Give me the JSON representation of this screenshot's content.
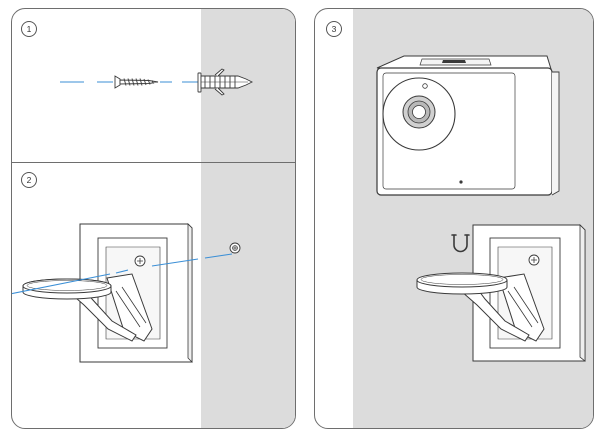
{
  "steps": [
    {
      "number": "1"
    },
    {
      "number": "2"
    },
    {
      "number": "3"
    }
  ],
  "colors": {
    "line": "#3a3a3a",
    "guide": "#3b8fd6",
    "wall": "#dcdcdc",
    "lens": "#cfcfcf"
  }
}
